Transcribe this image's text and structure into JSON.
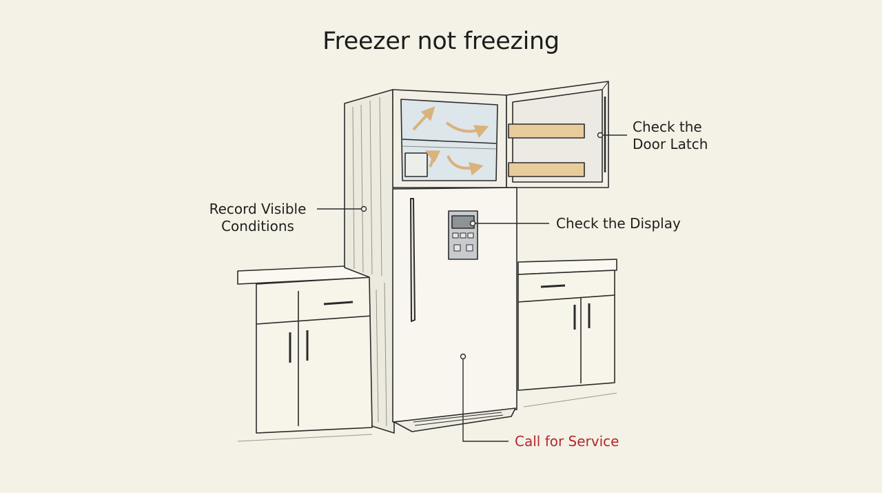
{
  "title": "Freezer not freezing",
  "callouts": {
    "door_latch": {
      "line1": "Check the",
      "line2": "Door Latch"
    },
    "visible_conditions": {
      "line1": "Record Visible",
      "line2": "Conditions"
    },
    "display": {
      "label": "Check the Display"
    },
    "service": {
      "label": "Call for Service"
    }
  },
  "colors": {
    "background": "#f4f1e6",
    "ink": "#2a2a2a",
    "service_red": "#b3282d",
    "shelf_tan": "#e8cc9c",
    "interior_blue": "#dde6ea"
  }
}
